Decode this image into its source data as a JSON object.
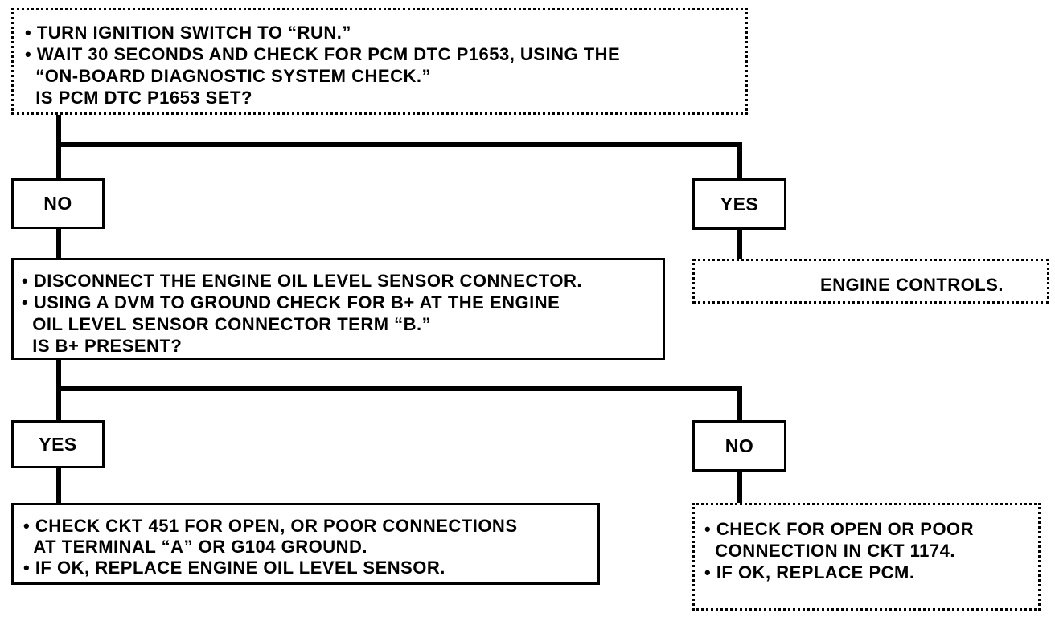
{
  "step1": {
    "lines": [
      "• TURN IGNITION SWITCH TO “RUN.”",
      "• WAIT 30 SECONDS AND CHECK FOR PCM DTC P1653, USING THE",
      "  “ON-BOARD DIAGNOSTIC SYSTEM CHECK.”",
      "  IS PCM DTC P1653 SET?"
    ]
  },
  "branch1": {
    "no": "NO",
    "yes": "YES"
  },
  "engine_controls": {
    "text": "ENGINE CONTROLS."
  },
  "step2": {
    "lines": [
      "• DISCONNECT THE ENGINE OIL LEVEL SENSOR CONNECTOR.",
      "• USING A DVM TO GROUND CHECK FOR B+ AT THE ENGINE",
      "  OIL LEVEL SENSOR CONNECTOR TERM “B.”",
      "  IS B+ PRESENT?"
    ]
  },
  "branch2": {
    "yes": "YES",
    "no": "NO"
  },
  "step3_yes": {
    "lines": [
      "• CHECK CKT 451 FOR OPEN, OR POOR CONNECTIONS",
      "  AT TERMINAL “A” OR G104 GROUND.",
      "• IF OK, REPLACE ENGINE OIL LEVEL SENSOR."
    ]
  },
  "step3_no": {
    "lines": [
      "• CHECK FOR OPEN OR POOR",
      "  CONNECTION IN CKT 1174.",
      "• IF OK, REPLACE PCM."
    ]
  }
}
